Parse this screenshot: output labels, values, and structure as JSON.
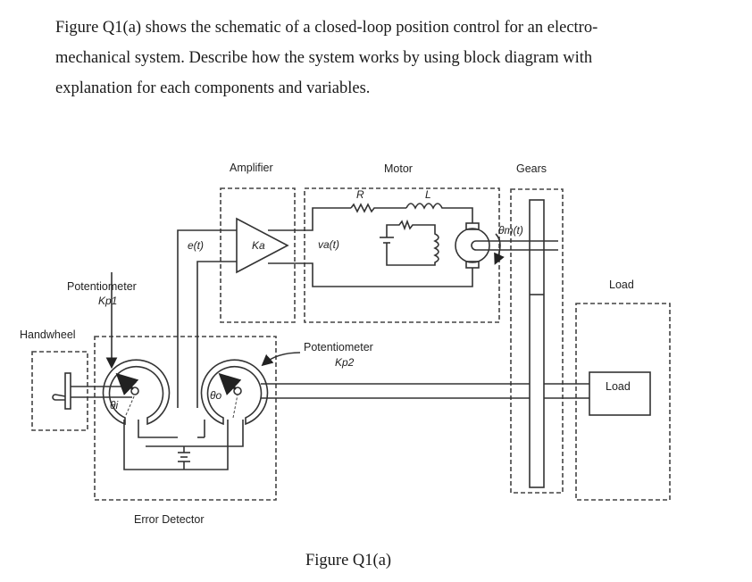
{
  "question": {
    "lines": [
      "Figure Q1(a) shows the schematic of a closed-loop position control for an electro-",
      "mechanical system. Describe how the system works by using block diagram with",
      "explanation for each components and variables."
    ]
  },
  "diagram": {
    "blocks": {
      "amplifier": "Amplifier",
      "motor": "Motor",
      "gears": "Gears",
      "load_group": "Load",
      "load_box": "Load",
      "handwheel": "Handwheel",
      "error_detector": "Error Detector",
      "pot1": "Potentiometer",
      "pot1_gain": "Kp1",
      "pot2": "Potentiometer",
      "pot2_gain": "Kp2"
    },
    "variables": {
      "error": "e(t)",
      "amp_gain": "Ka",
      "armature_voltage": "va(t)",
      "resistance": "R",
      "inductance": "L",
      "motor_angle": "θm(t)",
      "input_angle": "θi",
      "output_angle": "θo"
    }
  },
  "caption": "Figure Q1(a)"
}
